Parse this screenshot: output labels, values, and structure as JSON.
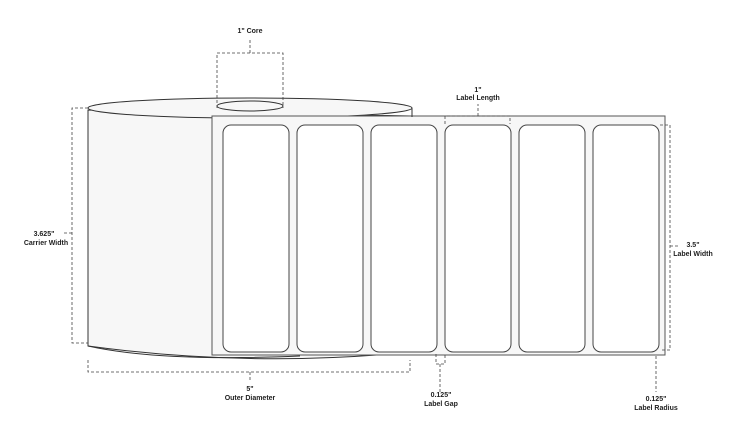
{
  "core": {
    "value": "1\" Core"
  },
  "label_length": {
    "value": "1\"",
    "label": "Label Length"
  },
  "carrier_width": {
    "value": "3.625\"",
    "label": "Carrier Width"
  },
  "label_width": {
    "value": "3.5\"",
    "label": "Label Width"
  },
  "outer_diameter": {
    "value": "5\"",
    "label": "Outer Diameter"
  },
  "label_gap": {
    "value": "0.125\"",
    "label": "Label Gap"
  },
  "label_radius": {
    "value": "0.125\"",
    "label": "Label Radius"
  },
  "label_count": 6
}
